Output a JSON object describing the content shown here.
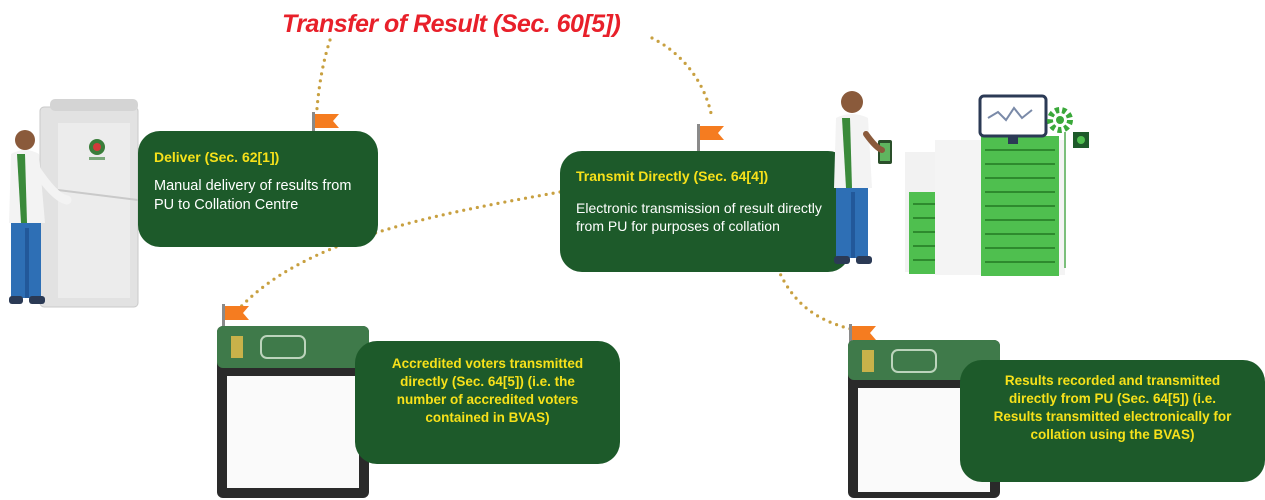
{
  "title": "Transfer of Result (Sec. 60[5])",
  "colors": {
    "card_green": "#1d5a2a",
    "heading_yellow": "#f7e11a",
    "title_red": "#e8202a",
    "flag_orange": "#f57c20",
    "dot_gold": "#c8a040"
  },
  "cards": {
    "deliver": {
      "heading": "Deliver (Sec. 62[1])",
      "body": "Manual delivery of results from PU to Collation Centre"
    },
    "transmit": {
      "heading": "Transmit Directly (Sec. 64[4])",
      "body": "Electronic transmission of result directly from PU for purposes of collation"
    },
    "accredited": {
      "text": "Accredited voters transmitted directly (Sec. 64[5]) (i.e. the number of accredited voters contained in BVAS)"
    },
    "results": {
      "text": "Results recorded and transmitted directly from PU (Sec. 64[5]) (i.e. Results transmitted electronically for collation using the BVAS)"
    }
  },
  "icons": [
    "ballot-box-icon",
    "voter-person-icon",
    "officer-person-icon",
    "server-rack-icon",
    "monitor-icon",
    "gear-icon",
    "bvas-device-icon",
    "flag-icon"
  ]
}
